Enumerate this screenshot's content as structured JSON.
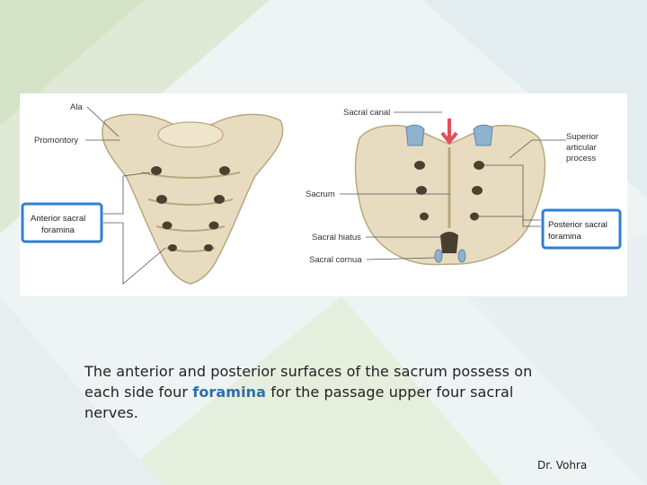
{
  "figure": {
    "labels": {
      "ala": "Ala",
      "promontory": "Promontory",
      "anterior_sacral_foramina_line1": "Anterior sacral",
      "anterior_sacral_foramina_line2": "foramina",
      "sacral_canal": "Sacral canal",
      "superior_articular_line1": "Superior",
      "superior_articular_line2": "articular",
      "superior_articular_line3": "process",
      "sacrum": "Sacrum",
      "sacral_hiatus": "Sacral hiatus",
      "sacral_cornua": "Sacral cornua",
      "posterior_sacral_foramina_line1": "Posterior sacral",
      "posterior_sacral_foramina_line2": "foramina"
    }
  },
  "caption": {
    "before": "The anterior and posterior surfaces of the sacrum possess on each side four ",
    "highlight": "foramina",
    "after": " for the passage upper four sacral nerves."
  },
  "credit": "Dr. Vohra",
  "colors": {
    "highlight_text": "#2e6fa5",
    "callout_box": "#2f7fd0",
    "bone": "#e8dcc0",
    "bone_shadow": "#b9a77f",
    "arrow": "#e0505a"
  }
}
